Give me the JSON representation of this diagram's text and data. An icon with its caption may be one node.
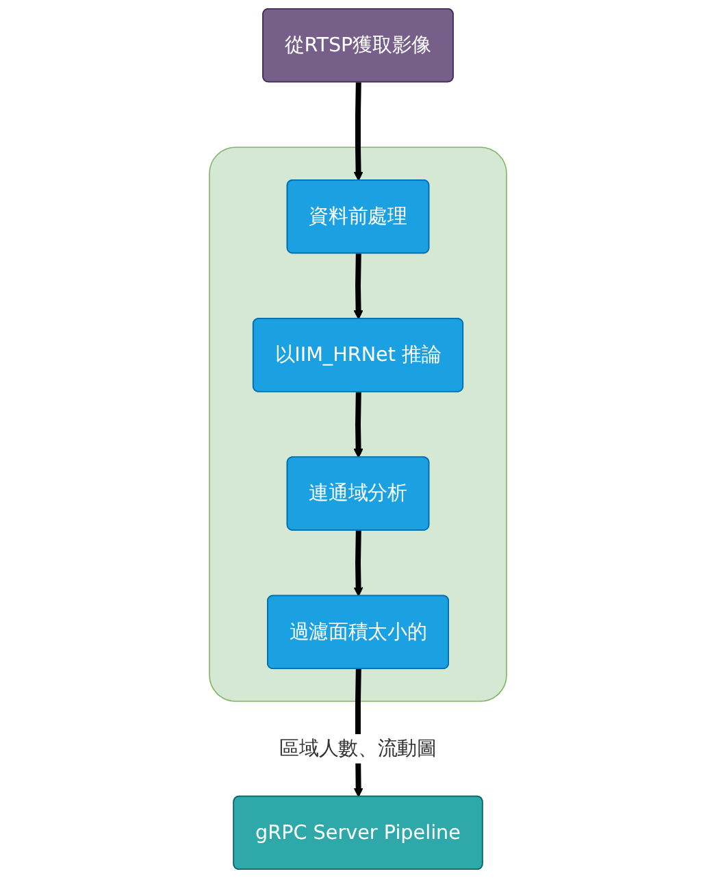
{
  "diagram": {
    "nodes": [
      {
        "text": [
          "從RTSP獲取影像"
        ]
      },
      {
        "text": [],
        "shape": "box"
      },
      {
        "text": [
          "資料前處理"
        ],
        "in": 1
      },
      {
        "text": [
          "以IIM_HRNet 推論"
        ],
        "in": 1
      },
      {
        "text": [
          "連通域分析"
        ],
        "in": 1
      },
      {
        "text": [
          "過濾面積太小的"
        ],
        "in": 1
      },
      {
        "text": [
          "gRPC Server Pipeline"
        ]
      }
    ],
    "edges": [
      {
        "from": 0,
        "to": 2,
        "arrow": "to"
      },
      {
        "from": 2,
        "to": 3,
        "arrow": "to"
      },
      {
        "from": 3,
        "to": 4,
        "arrow": "to"
      },
      {
        "from": 4,
        "to": 5,
        "arrow": "to"
      },
      {
        "from": 5,
        "to": 6,
        "arrow": "to",
        "label": "區域人數、流動圖"
      }
    ]
  }
}
